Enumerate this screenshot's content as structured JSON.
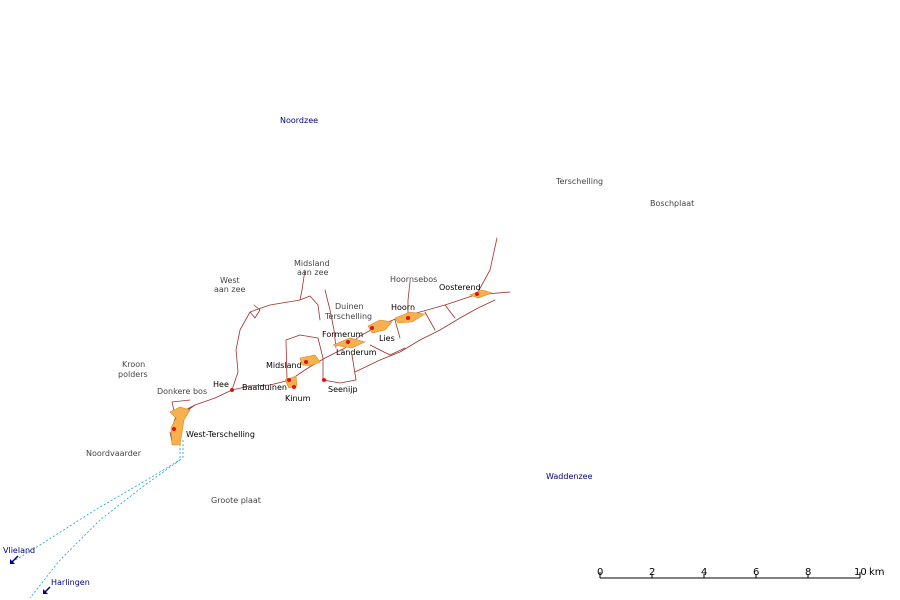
{
  "water_labels": [
    "Noordzee",
    "Waddenzee"
  ],
  "area_labels": {
    "terschelling": "Terschelling",
    "boschplaat": "Boschplaat",
    "midsland_aan_zee": [
      "Midsland",
      "aan zee"
    ],
    "west_aan_zee": [
      "West",
      "aan zee"
    ],
    "hoornsebos": "Hoornsebos",
    "duinen_terschelling": [
      "Duinen",
      "Terschelling"
    ],
    "kroon_polders": [
      "Kroon",
      "polders"
    ],
    "donkere_bos": "Donkere bos",
    "noordvaarder": "Noordvaarder",
    "groote_plaat": "Groote plaat"
  },
  "places": {
    "oosterend": "Oosterend",
    "hoorn": "Hoorn",
    "formerum": "Formerum",
    "lies": "Lies",
    "landerum": "Landerum",
    "midsland": "Midsland",
    "hee": "Hee",
    "baaiduinen": "Baaiduinen",
    "kinum": "Kinum",
    "seenijp": "Seenijp",
    "west_terschelling": "West-Terschelling"
  },
  "ferry_destinations": [
    "Vlieland",
    "Harlingen"
  ],
  "scale_bar": {
    "ticks": [
      "0",
      "2",
      "4",
      "6",
      "8",
      "10"
    ],
    "unit": "km"
  },
  "colors": {
    "water_text": "#000080",
    "road": "#a0302a",
    "town_fill": "#f6b04e",
    "town_dot": "#e01010",
    "ferry_route": "#1aa0e0"
  },
  "icons": [
    "arrow-down-left-icon"
  ]
}
